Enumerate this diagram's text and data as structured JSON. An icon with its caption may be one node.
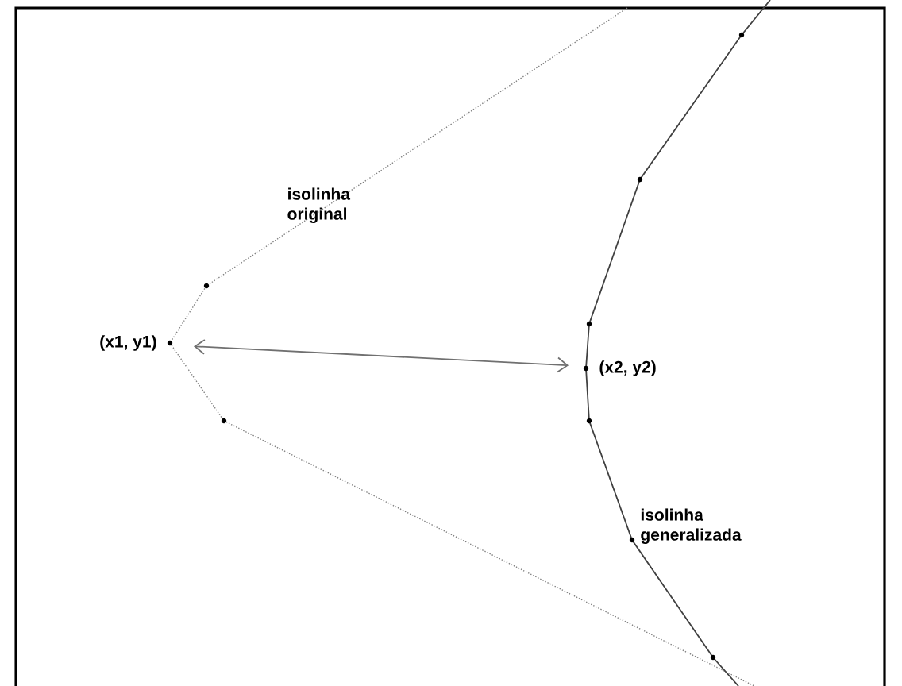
{
  "diagram": {
    "nodes": [
      {
        "text": [
          "(x1, y1)"
        ]
      },
      {
        "text": [
          "(x2, y2)"
        ]
      }
    ],
    "edges": [
      {
        "from": 0,
        "to": 1,
        "arrow": "both",
        "color": "#707070"
      }
    ],
    "labels": [
      "isolinha original",
      "isolinha generalizada"
    ]
  }
}
